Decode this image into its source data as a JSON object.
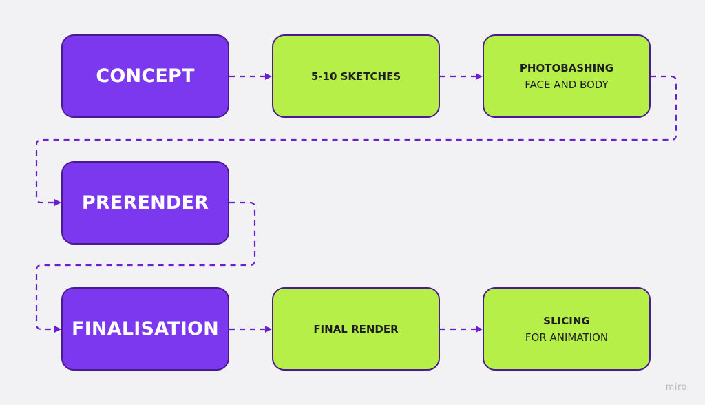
{
  "stages": {
    "concept": "CONCEPT",
    "prerender": "PRERENDER",
    "finalisation": "FINALISATION"
  },
  "steps": {
    "sketches": {
      "title": "5-10 SKETCHES"
    },
    "photobashing": {
      "title": "PHOTOBASHING",
      "subtitle": "FACE AND BODY"
    },
    "final_render": {
      "title": "FINAL RENDER"
    },
    "slicing": {
      "title": "SLICING",
      "subtitle": "FOR ANIMATION"
    }
  },
  "watermark": "miro",
  "colors": {
    "stage_fill": "#7c38ee",
    "step_fill": "#b5ef47",
    "border": "#4a1a8f",
    "connector": "#6a1fd1",
    "background": "#f2f1f3"
  }
}
